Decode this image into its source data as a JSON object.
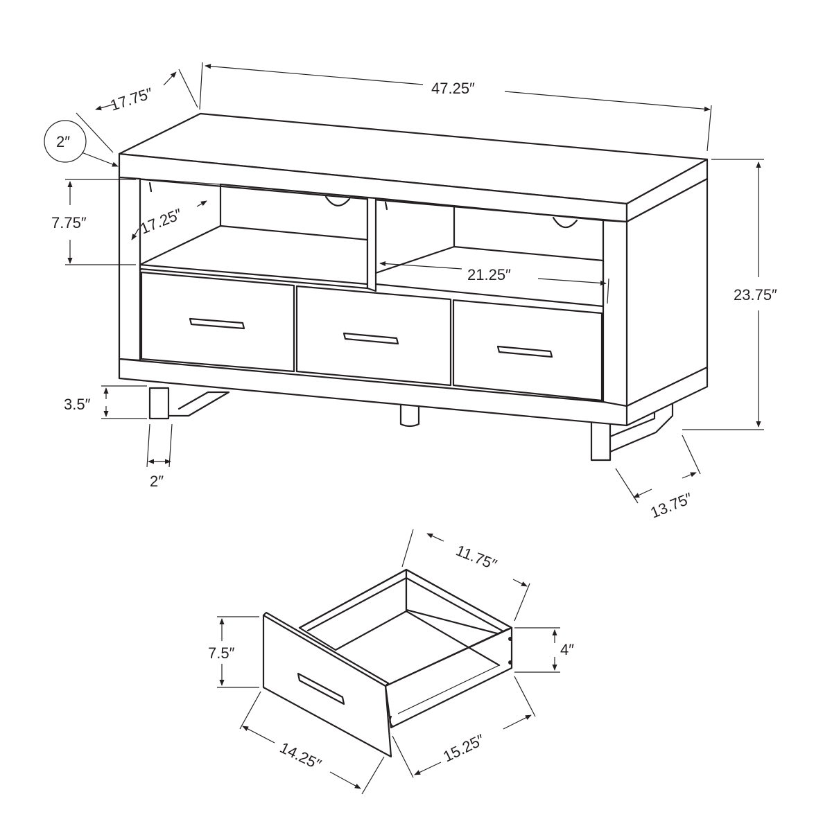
{
  "diagram": {
    "stand": {
      "overall_width": "47.25″",
      "overall_depth": "17.75″",
      "top_thickness": "2″",
      "overall_height": "23.75″",
      "shelf_height": "7.75″",
      "shelf_depth": "17.25″",
      "shelf_width": "21.25″",
      "leg_height": "3.5″",
      "leg_width": "2″",
      "leg_depth": "13.75″"
    },
    "drawer": {
      "front_height": "7.5″",
      "box_height": "4″",
      "front_width": "14.25″",
      "box_depth": "15.25″",
      "box_width": "11.75″"
    }
  }
}
